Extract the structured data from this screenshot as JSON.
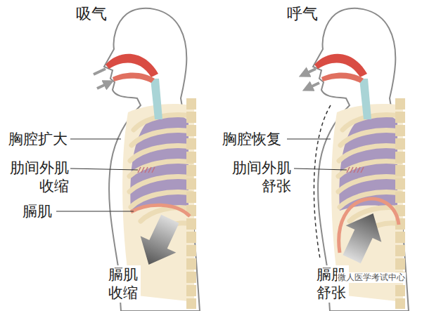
{
  "diagram": {
    "labels": [
      "吸气",
      "胸腔扩大",
      "肋间外肌 收缩",
      "膈肌",
      "膈肌 收缩",
      "呼气",
      "胸腔恢复",
      "肋间外肌 舒张",
      "膈肌 舒张",
      "微人医学考试中心"
    ]
  }
}
